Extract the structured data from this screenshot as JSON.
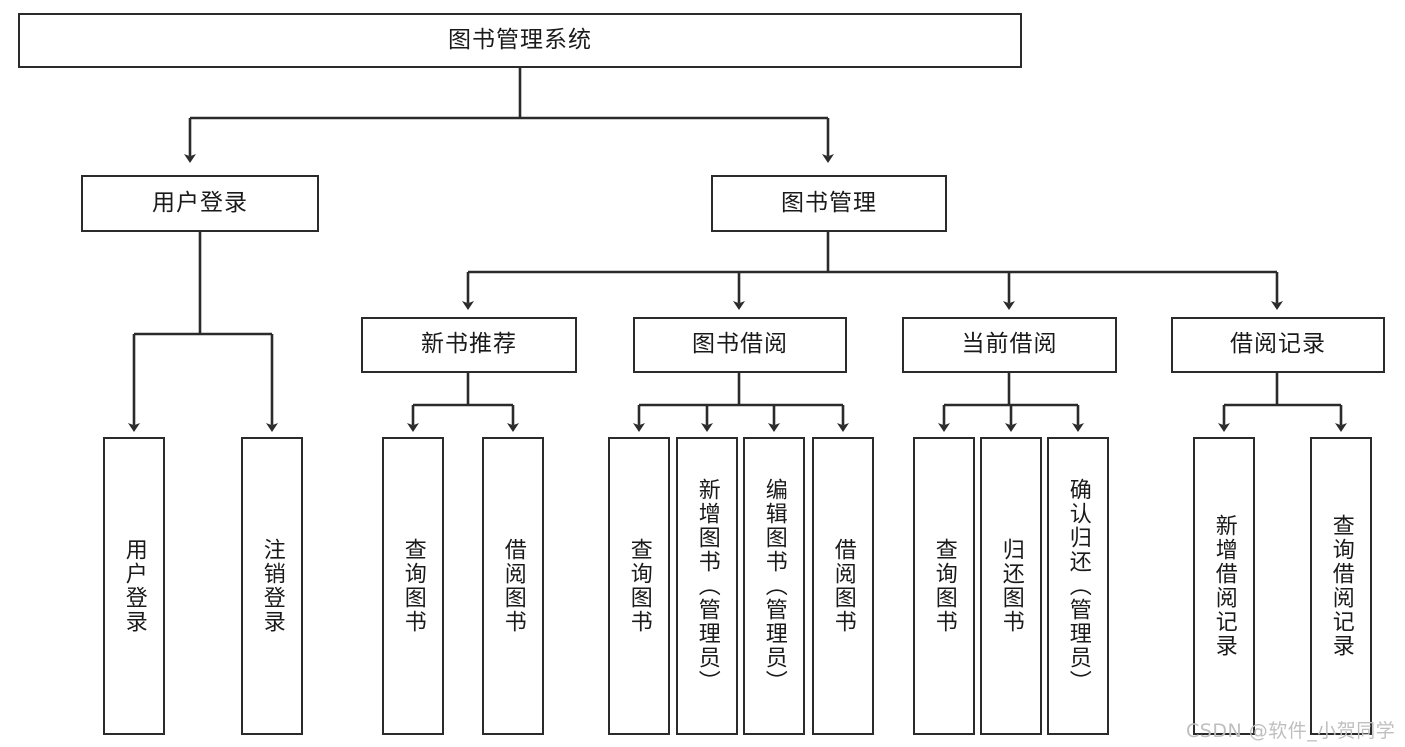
{
  "diagram": {
    "title": "图书管理系统",
    "type": "tree",
    "orientation": "top-down",
    "colors": {
      "box_border": "#2b2b2b",
      "box_fill": "#ffffff",
      "edge": "#2b2b2b",
      "text": "#1a1a1a",
      "watermark": "#bfbfbf",
      "background": "#ffffff"
    },
    "nodes": {
      "root": {
        "label": "图书管理系统"
      },
      "level1": [
        {
          "id": "user-login",
          "label": "用户登录"
        },
        {
          "id": "book-manage",
          "label": "图书管理"
        }
      ],
      "level2": [
        {
          "id": "new-book-rec",
          "label": "新书推荐"
        },
        {
          "id": "book-borrow",
          "label": "图书借阅"
        },
        {
          "id": "current-borrow",
          "label": "当前借阅"
        },
        {
          "id": "borrow-record",
          "label": "借阅记录"
        }
      ],
      "leaves": {
        "user_login": [
          {
            "id": "leaf-user-login",
            "label": "用户登录"
          },
          {
            "id": "leaf-logout",
            "label": "注销登录"
          }
        ],
        "new_book_rec": [
          {
            "id": "leaf-query-book-1",
            "label": "查询图书"
          },
          {
            "id": "leaf-borrow-book-1",
            "label": "借阅图书"
          }
        ],
        "book_borrow": [
          {
            "id": "leaf-query-book-2",
            "label": "查询图书"
          },
          {
            "id": "leaf-add-book",
            "label": "新增图书（管理员）"
          },
          {
            "id": "leaf-edit-book",
            "label": "编辑图书（管理员）"
          },
          {
            "id": "leaf-borrow-book-2",
            "label": "借阅图书"
          }
        ],
        "current_borrow": [
          {
            "id": "leaf-query-book-3",
            "label": "查询图书"
          },
          {
            "id": "leaf-return-book",
            "label": "归还图书"
          },
          {
            "id": "leaf-confirm-return",
            "label": "确认归还（管理员）"
          }
        ],
        "borrow_record": [
          {
            "id": "leaf-add-record",
            "label": "新增借阅记录"
          },
          {
            "id": "leaf-query-record",
            "label": "查询借阅记录"
          }
        ]
      }
    },
    "watermark": "CSDN @软件_小贺同学"
  }
}
